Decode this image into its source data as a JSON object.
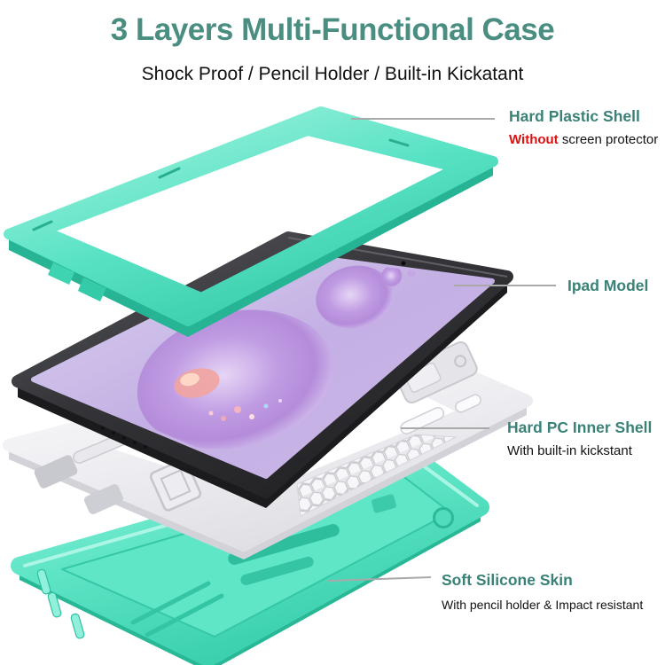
{
  "header": {
    "title": "3 Layers Multi-Functional Case",
    "subtitle": "Shock Proof / Pencil Holder / Built-in Kickatant"
  },
  "annotations": {
    "hard_plastic_shell": {
      "label": "Hard Plastic Shell",
      "note_highlight": "Without",
      "note_rest": " screen protector"
    },
    "ipad_model": {
      "label": "Ipad Model"
    },
    "hard_pc_inner_shell": {
      "label": "Hard PC Inner Shell",
      "note": "With built-in kickstant"
    },
    "soft_silicone_skin": {
      "label": "Soft Silicone Skin",
      "note": "With pencil holder & Impact resistant"
    }
  },
  "colors": {
    "title_teal": "#4A8D81",
    "label_teal": "#3A8278",
    "highlight_red": "#DE1111",
    "body_text": "#111111",
    "mint_green": "#56E2C3",
    "mint_green_dark": "#2ABD9B",
    "shell_white": "#ECECF0",
    "tablet_black": "#2A2A2E",
    "screen_lavender": "#C3AEE3",
    "leader_line_gray": "#A9A9A9",
    "background": "#FFFFFF"
  },
  "layer_names": [
    "hard-plastic-shell",
    "ipad-model",
    "hard-pc-inner-shell",
    "soft-silicone-skin"
  ]
}
